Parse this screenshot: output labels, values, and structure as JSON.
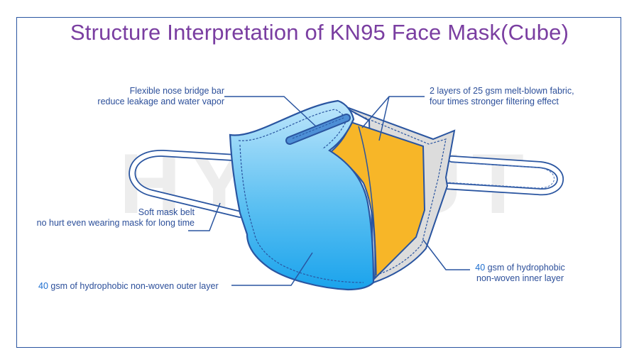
{
  "title": "Structure Interpretation of KN95 Face Mask(Cube)",
  "watermark": "HYNAUT",
  "labels": {
    "nose_bridge": {
      "line1": "Flexible nose bridge bar",
      "line2": "reduce leakage and water vapor"
    },
    "melt_blown": {
      "line1": "2 layers of 25 gsm melt-blown fabric,",
      "line2": "four times stronger filtering effect"
    },
    "mask_belt": {
      "line1": "Soft mask belt",
      "line2": "no hurt even wearing mask for long time"
    },
    "outer_layer": {
      "num": "40",
      "text": " gsm of hydrophobic non-woven outer layer"
    },
    "inner_layer": {
      "num": "40",
      "line1_text": " gsm of hydrophobic",
      "line2": "non-woven inner layer"
    }
  },
  "colors": {
    "title": "#7a3ea1",
    "label": "#2c4f9a",
    "outline": "#2a55a0",
    "outer_blue": "#29a9ee",
    "melt_blown_yellow": "#f7b628",
    "inner_gray": "#dcdcdc"
  }
}
